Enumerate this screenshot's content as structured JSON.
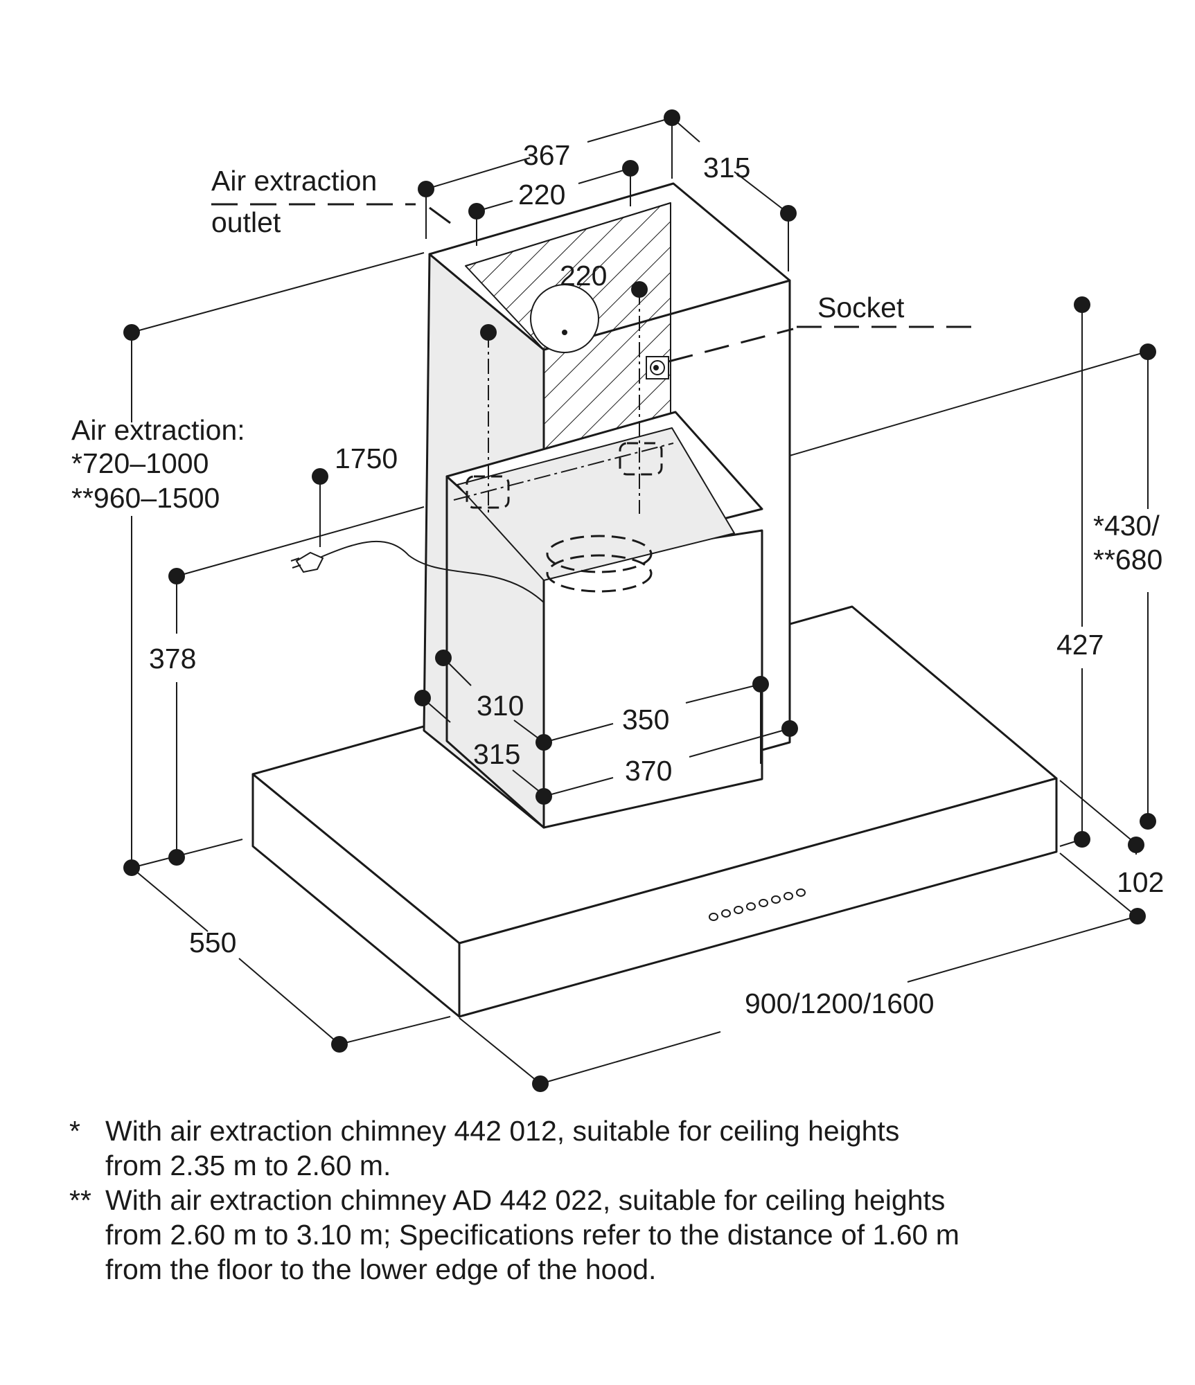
{
  "labels": {
    "air_extraction_outlet": [
      "Air extraction",
      "outlet"
    ],
    "socket": "Socket",
    "air_extraction_heights": [
      "Air extraction:",
      "*720–1000",
      "**960–1500"
    ],
    "upper_430_680": [
      "*430/",
      "**680"
    ]
  },
  "dimensions": {
    "top_width": "367",
    "top_depth": "315",
    "outlet_offset": "220",
    "outlet_center_offset": "220",
    "cable_length": "1750",
    "socket_height": "378",
    "chimney_height": "427",
    "inner_depth": "310",
    "outer_depth": "315",
    "inner_width": "350",
    "outer_width": "370",
    "canopy_depth": "550",
    "canopy_width": "900/1200/1600",
    "canopy_height": "102"
  },
  "footnotes": [
    {
      "mark": "*",
      "text": "With air extraction chimney 442 012, suitable for ceiling heights\nfrom 2.35 m to 2.60 m."
    },
    {
      "mark": "**",
      "text": "With air extraction chimney AD 442 022, suitable for ceiling heights\nfrom 2.60 m to 3.10 m; Specifications refer to the distance of 1.60 m\nfrom the floor to the lower edge of the hood."
    }
  ],
  "colors": {
    "line": "#1a1a1a",
    "shade": "#ececec",
    "background": "#ffffff"
  }
}
